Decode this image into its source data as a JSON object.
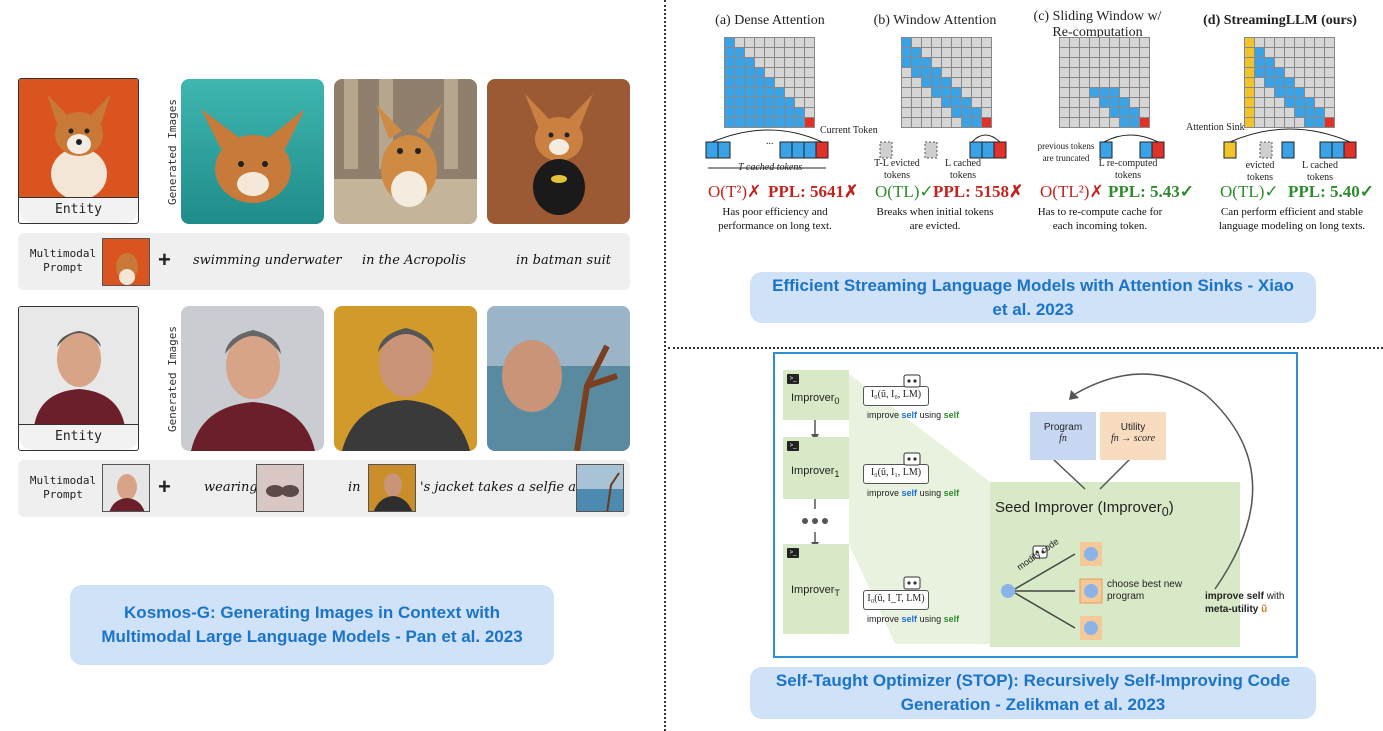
{
  "kosmos": {
    "generated_images_label": "Generated Images",
    "entity_label": "Entity",
    "prompt_label": "Multimodal Prompt",
    "row1_prompts": [
      "swimming underwater",
      "in the Acropolis",
      "in batman suit"
    ],
    "row2_prompts": [
      "wearing",
      "in",
      "'s jacket",
      "takes a selfie at"
    ],
    "caption": "Kosmos-G: Generating Images in Context with Multimodal Large Language Models - Pan et al. 2023"
  },
  "streaming": {
    "panels": [
      {
        "title": "(a) Dense Attention",
        "cache_label": "T cached tokens",
        "complexity": "O(T²)",
        "complexity_mark": "✗",
        "ppl": "PPL: 5641",
        "ppl_mark": "✗",
        "desc": "Has poor efficiency and performance on long text."
      },
      {
        "title": "(b) Window Attention",
        "evicted_label": "T-L evicted tokens",
        "cache_label": "L cached tokens",
        "complexity": "O(TL)",
        "complexity_mark": "✓",
        "ppl": "PPL: 5158",
        "ppl_mark": "✗",
        "desc": "Breaks when initial tokens are evicted."
      },
      {
        "title": "(c) Sliding Window w/ Re-computation",
        "truncated_label": "previous tokens are truncated",
        "cache_label": "L re-computed tokens",
        "complexity": "O(TL²)",
        "complexity_mark": "✗",
        "ppl": "PPL: 5.43",
        "ppl_mark": "✓",
        "desc": "Has to re-compute cache for each incoming token."
      },
      {
        "title": "(d) StreamingLLM (ours)",
        "sink_label": "Attention Sink",
        "evicted_label": "evicted tokens",
        "cache_label": "L cached tokens",
        "complexity": "O(TL)",
        "complexity_mark": "✓",
        "ppl": "PPL: 5.40",
        "ppl_mark": "✓",
        "desc": "Can perform efficient and stable language modeling on long texts."
      }
    ],
    "current_token_label": "Current Token",
    "ellipsis": "...",
    "caption": "Efficient Streaming Language Models with Attention Sinks - Xiao et al. 2023"
  },
  "stop": {
    "improver0": "Improver",
    "improver0_sub": "0",
    "improver1": "Improver",
    "improver1_sub": "1",
    "improverT": "Improver",
    "improverT_sub": "T",
    "formula0": "I₀(ũ, I₀, LM)",
    "formula1": "I₀(ũ, I₁, LM)",
    "formulaT": "I₀(ũ, I_T, LM)",
    "improve_text_pre": "improve",
    "improve_self": "self",
    "improve_using": "using",
    "program_title": "Program",
    "program_sub": "fn",
    "utility_title": "Utility",
    "utility_sub": "fn → score",
    "seed_title": "Seed Improver (Improver",
    "seed_sub": "0",
    "seed_close": ")",
    "modify_code": "modify code",
    "choose_best": "choose best new program",
    "meta_text_1": "improve self",
    "meta_text_2": "with",
    "meta_text_3": "meta-utility",
    "meta_u": "ũ",
    "caption": "Self-Taught Optimizer (STOP): Recursively Self-Improving Code Generation - Zelikman et al. 2023"
  }
}
